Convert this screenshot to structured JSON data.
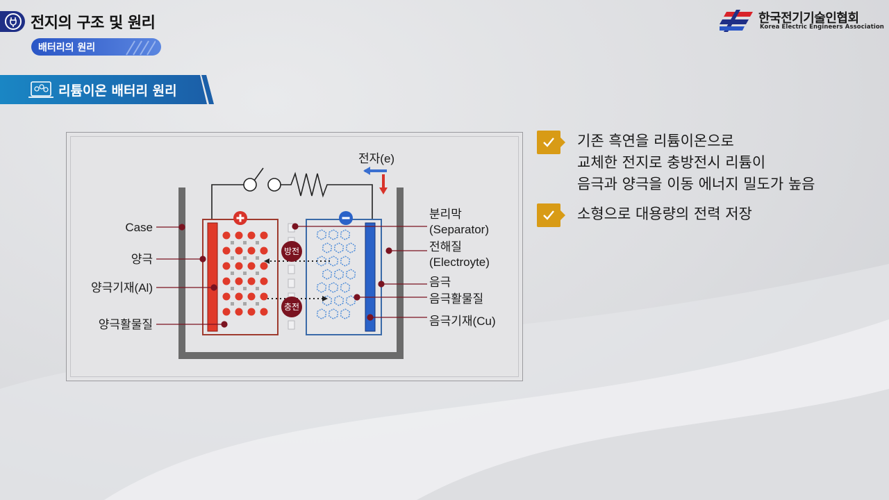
{
  "header": {
    "title": "전지의 구조 및 원리",
    "subtitle": "배터리의 원리",
    "section": "리튬이온 배터리 원리"
  },
  "logo": {
    "name_kr": "한국전기기술인협회",
    "name_en": "Korea Electric Engineers Association"
  },
  "diagram": {
    "electron_label": "전자(e)",
    "plus_sign": "+",
    "minus_sign": "−",
    "discharge_label": "방전",
    "charge_label": "충전",
    "left_labels": {
      "case": "Case",
      "cathode": "양극",
      "cathode_collector": "양극기재(Al)",
      "cathode_active": "양극활물질"
    },
    "right_labels": {
      "separator_1": "분리막",
      "separator_2": "(Separator)",
      "electrolyte_1": "전해질",
      "electrolyte_2": "(Electroyte)",
      "anode": "음극",
      "anode_active": "음극활물질",
      "anode_collector": "음극기재(Cu)"
    }
  },
  "bullets": [
    {
      "lines": [
        "기존 흑연을 리튬이온으로",
        "교체한 전지로 충방전시 리튬이",
        "음극과 양극을 이동 에너지 밀도가 높음"
      ]
    },
    {
      "lines": [
        "소형으로 대용량의 전력 저장"
      ]
    }
  ],
  "colors": {
    "accent_blue": "#1f2f86",
    "section_blue": "#1a6fb0",
    "check_gold": "#d89b16",
    "cathode_red": "#e03a2a",
    "anode_blue": "#2a62c8",
    "marker": "#7a1320"
  }
}
